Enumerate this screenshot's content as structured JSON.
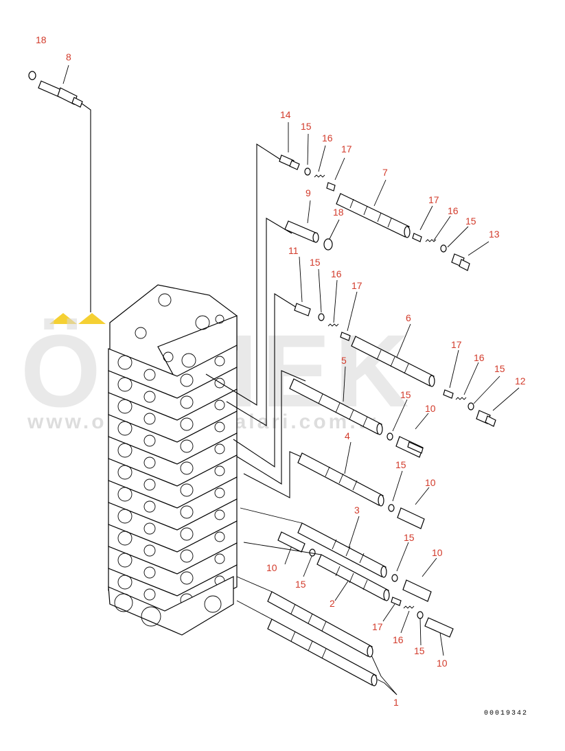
{
  "watermark": {
    "text": "ÖRNEK",
    "url": "www.ornekmakinalari.com.tr",
    "accent_color": "#f2c400"
  },
  "drawing_code": "00019342",
  "labels": [
    {
      "id": "l18a",
      "text": "18"
    },
    {
      "id": "l8",
      "text": "8"
    },
    {
      "id": "l14",
      "text": "14"
    },
    {
      "id": "l15a",
      "text": "15"
    },
    {
      "id": "l16a",
      "text": "16"
    },
    {
      "id": "l17a",
      "text": "17"
    },
    {
      "id": "l7",
      "text": "7"
    },
    {
      "id": "l9",
      "text": "9"
    },
    {
      "id": "l18b",
      "text": "18"
    },
    {
      "id": "l17b",
      "text": "17"
    },
    {
      "id": "l16b",
      "text": "16"
    },
    {
      "id": "l15b",
      "text": "15"
    },
    {
      "id": "l13",
      "text": "13"
    },
    {
      "id": "l11",
      "text": "11"
    },
    {
      "id": "l15c",
      "text": "15"
    },
    {
      "id": "l16c",
      "text": "16"
    },
    {
      "id": "l17c",
      "text": "17"
    },
    {
      "id": "l6",
      "text": "6"
    },
    {
      "id": "l17d",
      "text": "17"
    },
    {
      "id": "l16d",
      "text": "16"
    },
    {
      "id": "l15d",
      "text": "15"
    },
    {
      "id": "l12",
      "text": "12"
    },
    {
      "id": "l5",
      "text": "5"
    },
    {
      "id": "l15e",
      "text": "15"
    },
    {
      "id": "l10a",
      "text": "10"
    },
    {
      "id": "l4",
      "text": "4"
    },
    {
      "id": "l15f",
      "text": "15"
    },
    {
      "id": "l10b",
      "text": "10"
    },
    {
      "id": "l3",
      "text": "3"
    },
    {
      "id": "l15g",
      "text": "15"
    },
    {
      "id": "l10c",
      "text": "10"
    },
    {
      "id": "l10d",
      "text": "10"
    },
    {
      "id": "l15h",
      "text": "15"
    },
    {
      "id": "l2",
      "text": "2"
    },
    {
      "id": "l17e",
      "text": "17"
    },
    {
      "id": "l16e",
      "text": "16"
    },
    {
      "id": "l15i",
      "text": "15"
    },
    {
      "id": "l10e",
      "text": "10"
    },
    {
      "id": "l1",
      "text": "1"
    }
  ]
}
